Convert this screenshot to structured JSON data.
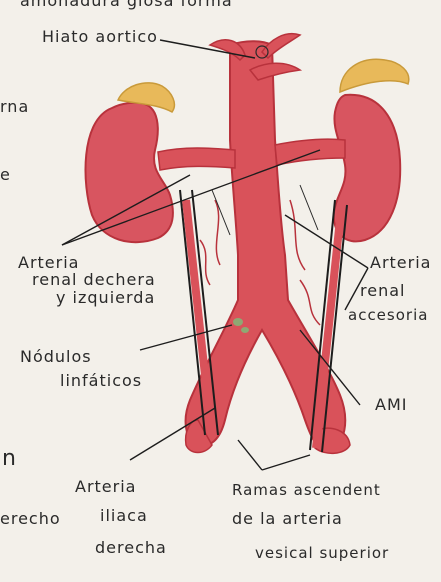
{
  "diagram": {
    "top_fragment": "amonadura glosa forma",
    "edge_fragments": {
      "a": "rna",
      "b": "e",
      "c": "n",
      "d": "erecho"
    },
    "labels": {
      "hiato_aortico": "Hiato aortico",
      "arteria_renal_line1": "Arteria",
      "arteria_renal_line2": "renal dechera",
      "arteria_renal_line3": "y izquierda",
      "nodulos_line1": "Nódulos",
      "nodulos_line2": "linfáticos",
      "arteria_renal_acc_line1": "Arteria",
      "arteria_renal_acc_line2": "renal",
      "arteria_renal_acc_line3": "accesoria",
      "ami": "AMI",
      "arteria_iliaca_line1": "Arteria",
      "arteria_iliaca_line2": "iliaca",
      "arteria_iliaca_line3": "derecha",
      "ramas_line1": "Ramas ascendent",
      "ramas_line2": "de la arteria",
      "ramas_line3": "vesical superior"
    },
    "colors": {
      "paper": "#f3f0ea",
      "artery": "#d9525a",
      "artery_dark": "#b8323c",
      "adrenal": "#e8b95a",
      "kidney": "#d85560",
      "ink": "#1d1d1d",
      "node_green": "#8fa873"
    }
  }
}
